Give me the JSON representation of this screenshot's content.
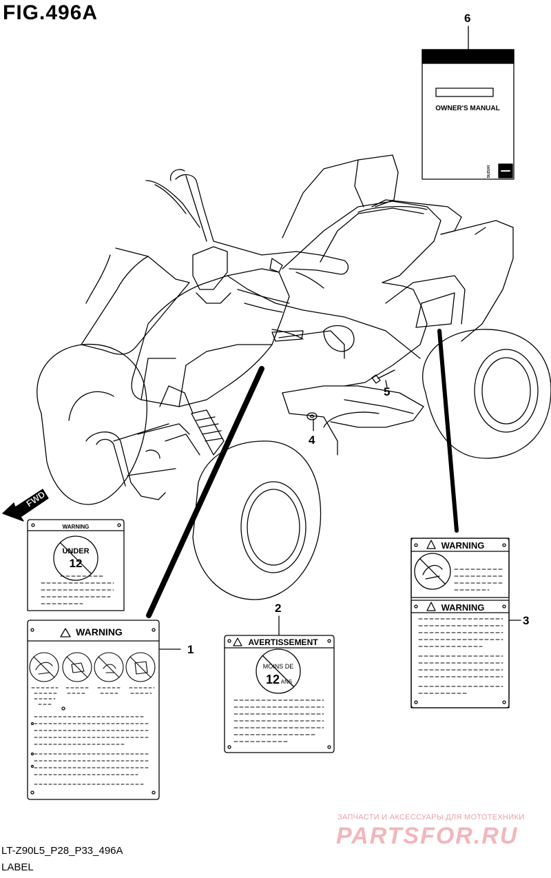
{
  "figure": {
    "title": "FIG.496A"
  },
  "manual": {
    "label": "OWNER'S MANUAL",
    "brand": "SUZUKI"
  },
  "callouts": [
    "1",
    "2",
    "3",
    "4",
    "5",
    "6"
  ],
  "direction_label": "FWD",
  "labels": {
    "warning": "WARNING",
    "avertissement": "AVERTISSEMENT",
    "under_text": "UNDER",
    "age": "12",
    "moins_de": "MOINS DE",
    "ans": "ANS"
  },
  "footer": {
    "code": "LT-Z90L5_P28_P33_496A",
    "caption": "LABEL"
  },
  "watermark": {
    "tagline": "ЗАПЧАСТИ И АКСЕССУАРЫ ДЛЯ МОТОТЕХНИКИ",
    "site": "PARTSFOR.RU"
  }
}
